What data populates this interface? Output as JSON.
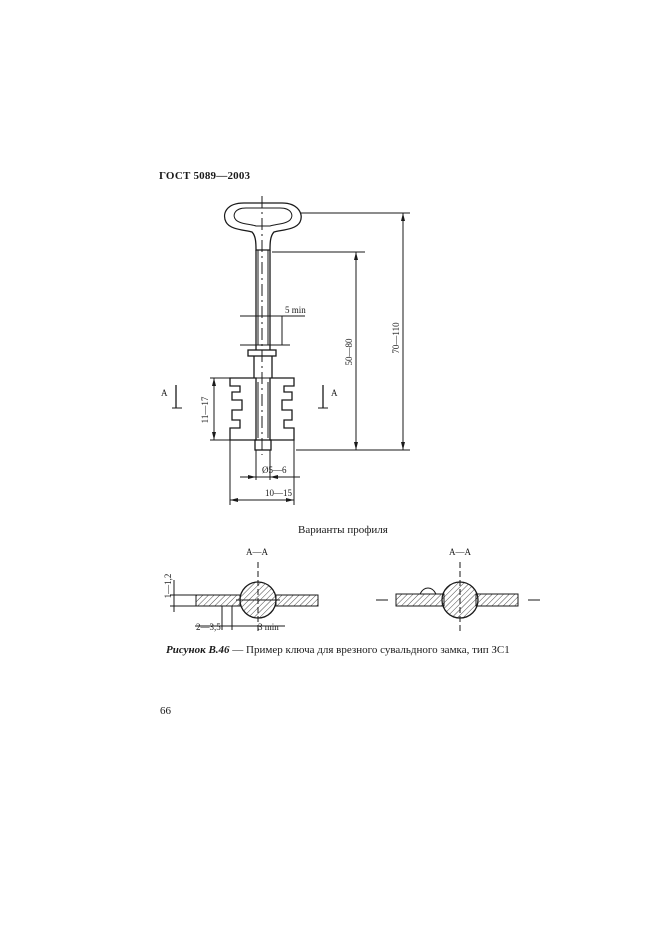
{
  "header": {
    "standard": "ГОСТ 5089—2003"
  },
  "drawing": {
    "dim_total_length": "70—110",
    "dim_shank_length": "50—80",
    "dim_min_collar": "5 min",
    "dim_bit_height": "11—17",
    "dim_diameter": "Ø5—6",
    "dim_bit_width": "10—15",
    "section_marker": "A",
    "profile_title": "Варианты профиля",
    "section_label": "А—А",
    "dim_thickness": "1—1,2",
    "dim_offset": "2—3,5",
    "dim_min_profile": "3 min"
  },
  "caption": {
    "lead": "Рисунок В.46",
    "text": " — Пример ключа для врезного сувальдного замка, тип ЗС1"
  },
  "page_number": "66"
}
